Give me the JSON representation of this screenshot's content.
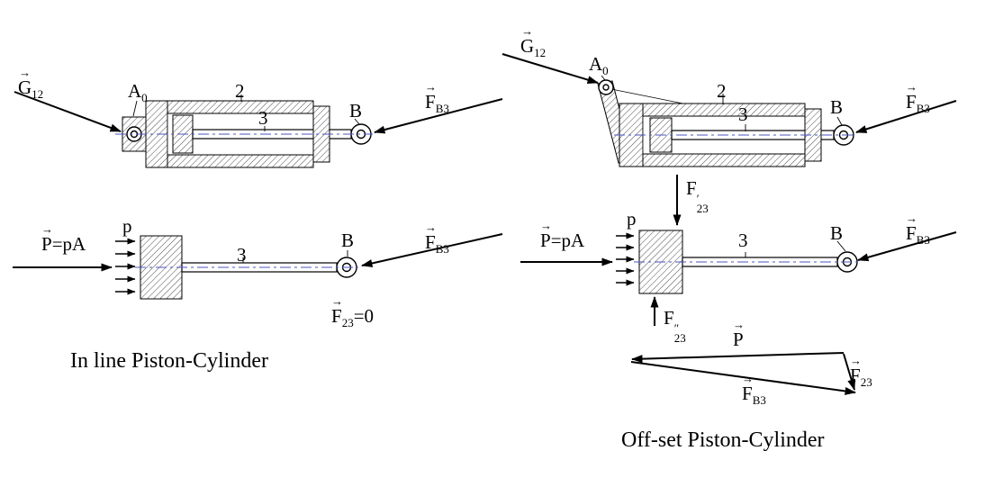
{
  "colors": {
    "ink": "#000000",
    "centerline": "#4a55c0",
    "background": "#ffffff"
  },
  "left": {
    "caption": "In line Piston-Cylinder",
    "top": {
      "g12": {
        "vec": "→",
        "base": "G",
        "sub": "12"
      },
      "a0": {
        "base": "A",
        "sub": "0"
      },
      "link2": "2",
      "link3": "3",
      "b": "B",
      "fb3": {
        "vec": "→",
        "base": "F",
        "sub": "B3"
      }
    },
    "bottom": {
      "peq": {
        "vec": "→",
        "base": "P",
        "rest": "=pA"
      },
      "p": "p",
      "link3": "3",
      "b": "B",
      "fb3": {
        "vec": "→",
        "base": "F",
        "sub": "B3"
      },
      "f23": {
        "vec": "→",
        "base": "F",
        "sub": "23",
        "suffix": "=0"
      }
    }
  },
  "right": {
    "caption": "Off-set Piston-Cylinder",
    "top": {
      "g12": {
        "vec": "→",
        "base": "G",
        "sub": "12"
      },
      "a0": {
        "base": "A",
        "sub": "0"
      },
      "link2": "2",
      "link3": "3",
      "b": "B",
      "fb3": {
        "vec": "→",
        "base": "F",
        "sub": "B3"
      }
    },
    "mid": {
      "f23_prime": {
        "base": "F",
        "prime": "′",
        "sub": "23"
      },
      "peq": {
        "vec": "→",
        "base": "P",
        "rest": "=pA"
      },
      "p": "p",
      "link3": "3",
      "b": "B",
      "fb3": {
        "vec": "→",
        "base": "F",
        "sub": "B3"
      },
      "f23_dblprime": {
        "base": "F",
        "prime": "″",
        "sub": "23"
      }
    },
    "triangle": {
      "p": {
        "vec": "→",
        "base": "P"
      },
      "f23": {
        "vec": "→",
        "base": "F",
        "sub": "23"
      },
      "fb3": {
        "vec": "→",
        "base": "F",
        "sub": "B3"
      }
    }
  }
}
